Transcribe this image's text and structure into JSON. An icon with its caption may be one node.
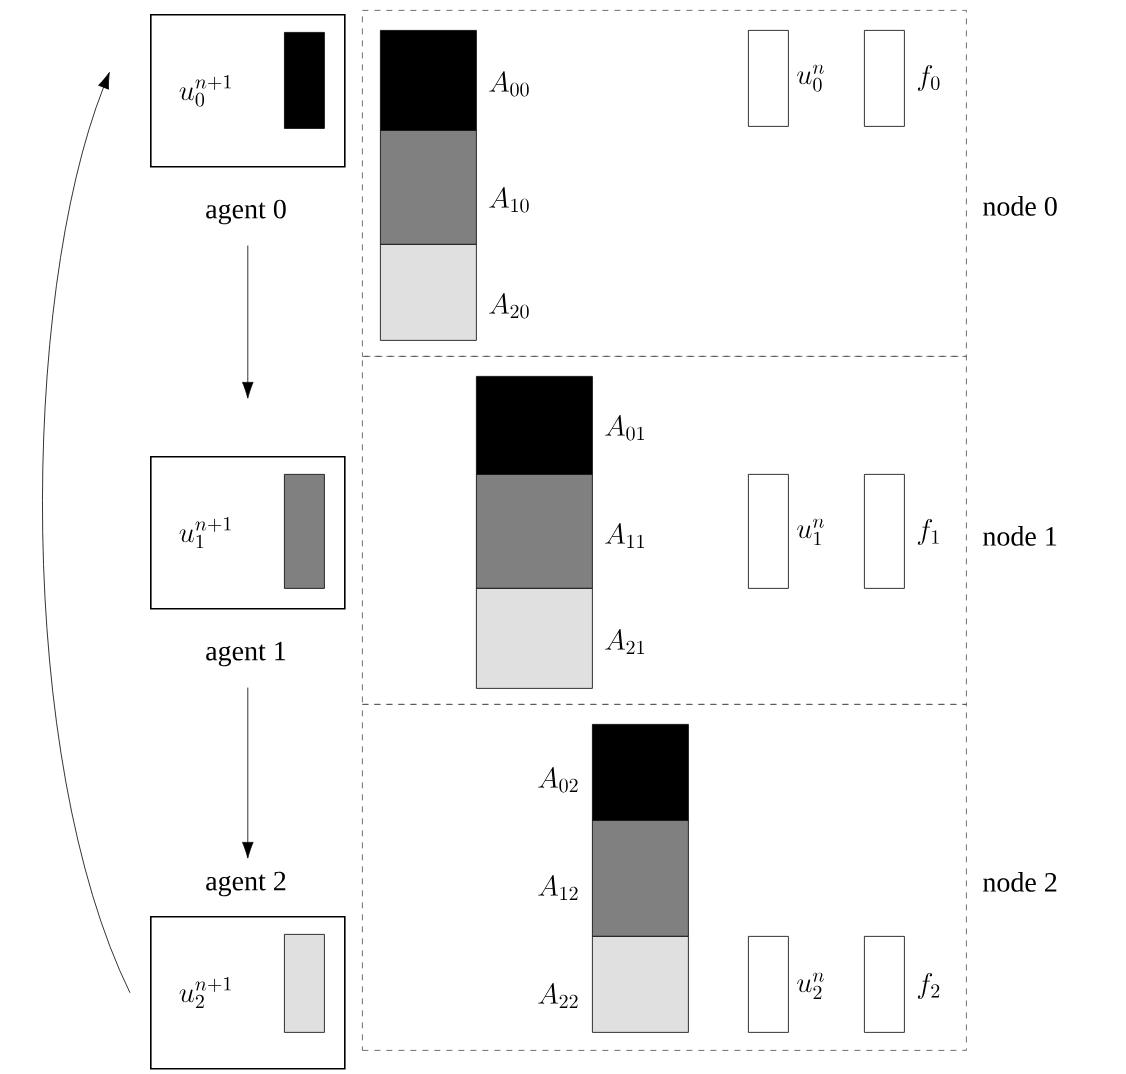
{
  "diagram": {
    "nodes": [
      {
        "text": [
          "u_0^{n+1}"
        ],
        "beside": [
          "agent 0"
        ]
      },
      {
        "text": [],
        "shape": "bar",
        "in": 0
      },
      {
        "text": [
          "u_1^{n+1}"
        ],
        "beside": [
          "agent 1"
        ]
      },
      {
        "text": [],
        "shape": "bar",
        "in": 2
      },
      {
        "text": [
          "u_2^{n+1}"
        ],
        "beside": [
          "agent 2"
        ]
      },
      {
        "text": [],
        "shape": "bar",
        "in": 4
      },
      {
        "text": [
          "node 0"
        ]
      },
      {
        "text": [],
        "shape": "bar",
        "in": 6,
        "beside": [
          "A_{00}"
        ]
      },
      {
        "text": [],
        "shape": "bar",
        "in": 6,
        "beside": [
          "A_{10}"
        ]
      },
      {
        "text": [],
        "shape": "bar",
        "in": 6,
        "beside": [
          "A_{20}"
        ]
      },
      {
        "text": [],
        "shape": "bar",
        "in": 6,
        "beside": [
          "u_0^n"
        ]
      },
      {
        "text": [],
        "shape": "bar",
        "in": 6,
        "beside": [
          "f_0"
        ]
      },
      {
        "text": [
          "node 1"
        ]
      },
      {
        "text": [],
        "shape": "bar",
        "in": 12,
        "beside": [
          "A_{01}"
        ]
      },
      {
        "text": [],
        "shape": "bar",
        "in": 12,
        "beside": [
          "A_{11}"
        ]
      },
      {
        "text": [],
        "shape": "bar",
        "in": 12,
        "beside": [
          "A_{21}"
        ]
      },
      {
        "text": [],
        "shape": "bar",
        "in": 12,
        "beside": [
          "u_1^n"
        ]
      },
      {
        "text": [],
        "shape": "bar",
        "in": 12,
        "beside": [
          "f_1"
        ]
      },
      {
        "text": [
          "node 2"
        ]
      },
      {
        "text": [],
        "shape": "bar",
        "in": 18,
        "beside": [
          "A_{02}"
        ]
      },
      {
        "text": [],
        "shape": "bar",
        "in": 18,
        "beside": [
          "A_{12}"
        ]
      },
      {
        "text": [],
        "shape": "bar",
        "in": 18,
        "beside": [
          "A_{22}"
        ]
      },
      {
        "text": [],
        "shape": "bar",
        "in": 18,
        "beside": [
          "u_2^n"
        ]
      },
      {
        "text": [],
        "shape": "bar",
        "in": 18,
        "beside": [
          "f_2"
        ]
      }
    ],
    "edges": [
      {
        "from": 0,
        "to": 2,
        "arrow": "to"
      },
      {
        "from": 2,
        "to": 4,
        "arrow": "to"
      },
      {
        "from": 4,
        "to": 0,
        "arrow": "to"
      }
    ]
  }
}
